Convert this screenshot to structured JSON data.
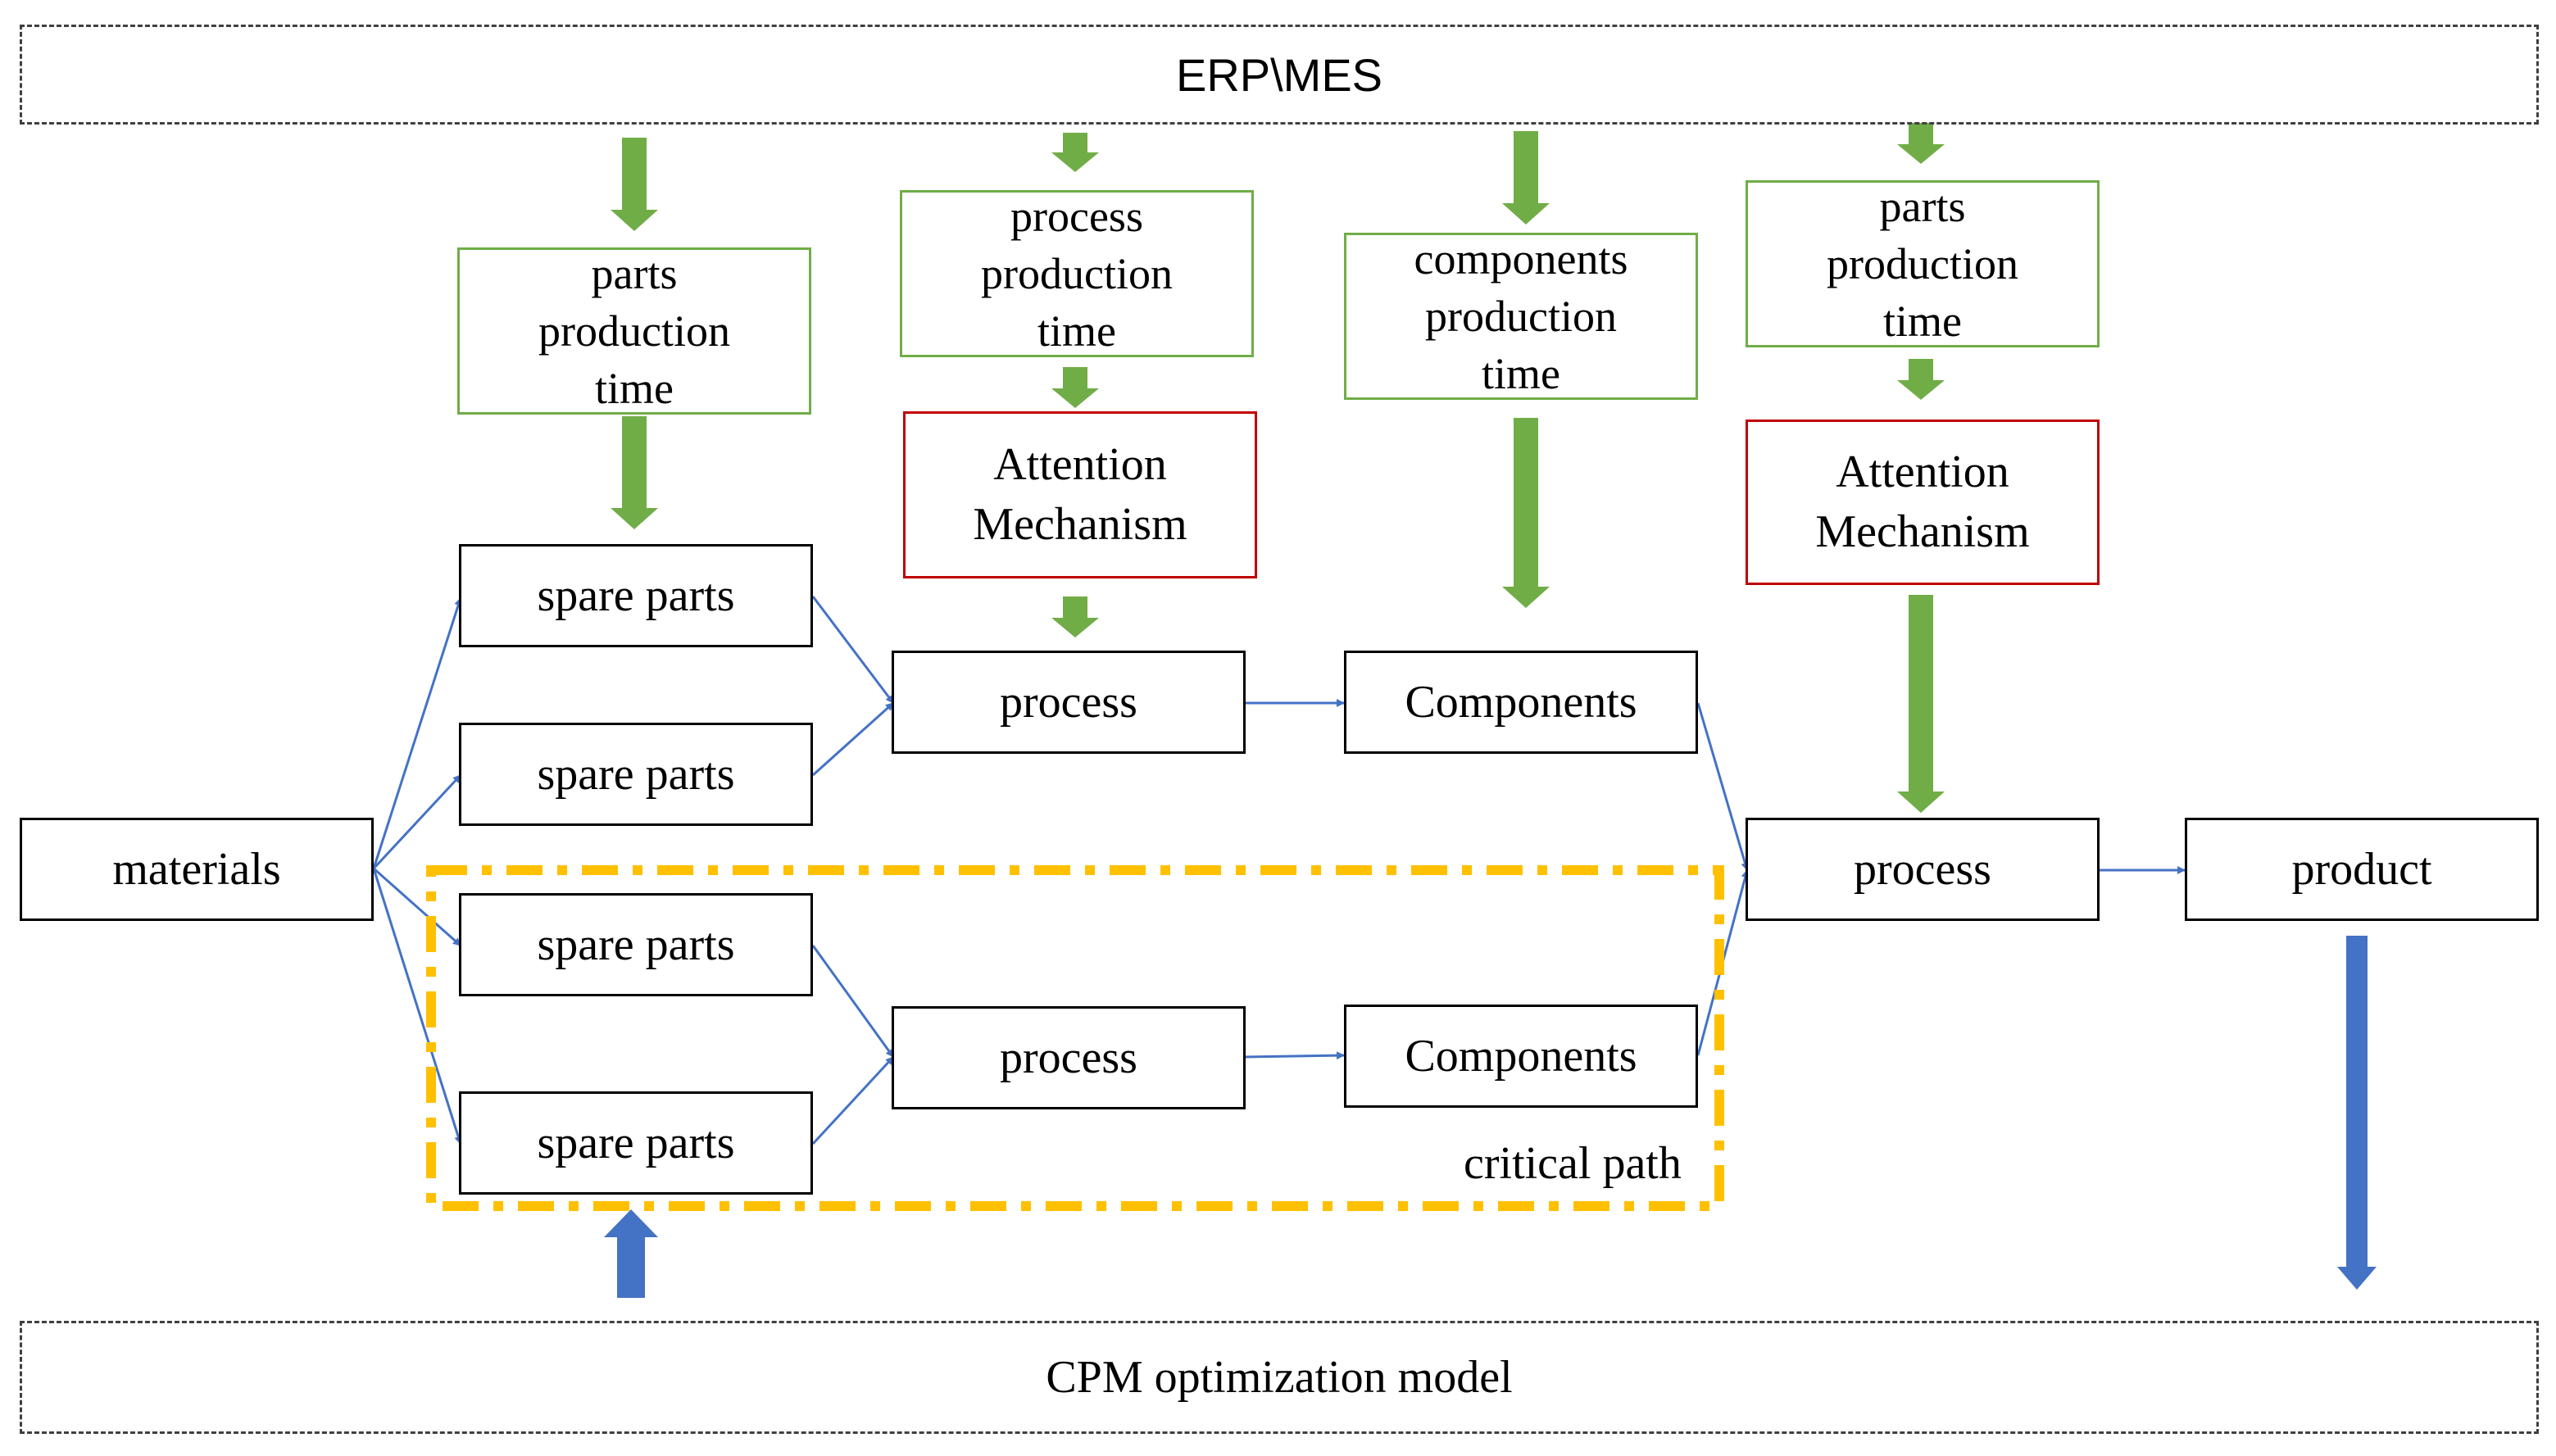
{
  "top_banner": {
    "label": "ERP\\MES"
  },
  "bottom_banner": {
    "label": "CPM optimization model"
  },
  "time_boxes": [
    {
      "label": "parts\nproduction\ntime"
    },
    {
      "label": "process\nproduction\ntime"
    },
    {
      "label": "components\nproduction\ntime"
    },
    {
      "label": "parts\nproduction\ntime"
    }
  ],
  "attention_boxes": [
    {
      "label": "Attention\nMechanism"
    },
    {
      "label": "Attention\nMechanism"
    }
  ],
  "nodes": {
    "materials": "materials",
    "spare_parts": [
      "spare parts",
      "spare parts",
      "spare parts",
      "spare parts"
    ],
    "process_upper": "process",
    "process_lower": "process",
    "components_upper": "Components",
    "components_lower": "Components",
    "process_final": "process",
    "product": "product"
  },
  "critical_path_label": "critical path",
  "colors": {
    "feed_arrow": "#70ad47",
    "flow_arrow": "#4472c4",
    "model_arrow": "#4472c4",
    "critical_path_border": "#ffc000",
    "time_box_border": "#70ad47",
    "attention_box_border": "#c00000"
  }
}
